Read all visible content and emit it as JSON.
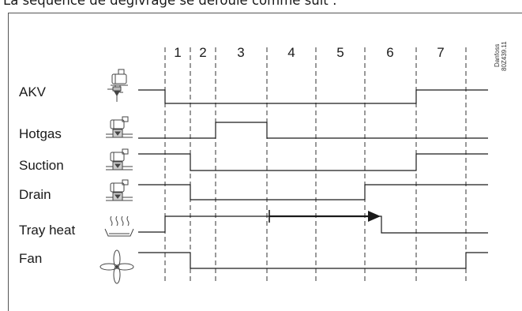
{
  "heading": "La séquence de dégivrage se déroule comme suit :",
  "columns": [
    "1",
    "2",
    "3",
    "4",
    "5",
    "6",
    "7"
  ],
  "signals": [
    {
      "label": "AKV",
      "icon": "valve-akv-icon"
    },
    {
      "label": "Hotgas",
      "icon": "solenoid-valve-icon"
    },
    {
      "label": "Suction",
      "icon": "solenoid-valve-icon"
    },
    {
      "label": "Drain",
      "icon": "solenoid-valve-icon"
    },
    {
      "label": "Tray heat",
      "icon": "tray-heater-icon"
    },
    {
      "label": "Fan",
      "icon": "fan-icon"
    }
  ],
  "code": [
    "Danfoss",
    "80Z439.11"
  ]
}
